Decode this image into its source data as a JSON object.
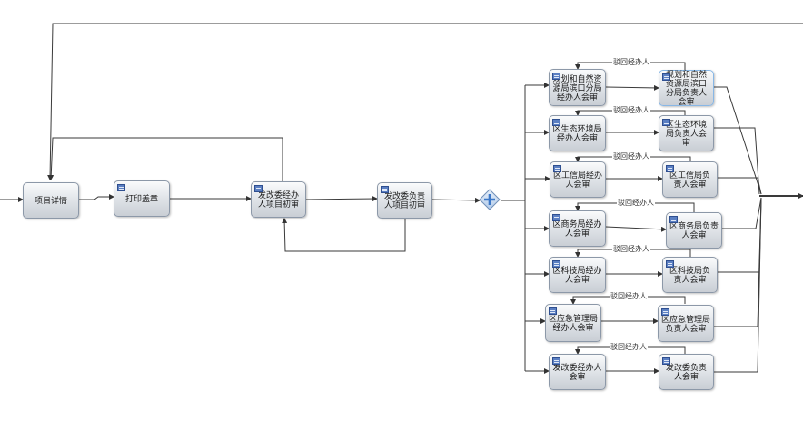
{
  "nodes": {
    "n1": {
      "label": "项目详情",
      "icon": false
    },
    "n2": {
      "label": "打印盖章",
      "icon": true
    },
    "n3": {
      "label": "发改委经办人项目初审",
      "icon": true
    },
    "n4": {
      "label": "发改委负责人项目初审",
      "icon": true
    },
    "r1a": {
      "label": "规划和自然资源局滨口分局经办人会审",
      "icon": true
    },
    "r1b": {
      "label": "规划和自然资源局滨口分局负责人会审",
      "icon": true
    },
    "r2a": {
      "label": "区生态环境局经办人会审",
      "icon": true
    },
    "r2b": {
      "label": "区生态环境局负责人会审",
      "icon": true
    },
    "r3a": {
      "label": "区工信局经办人会审",
      "icon": true
    },
    "r3b": {
      "label": "区工信局负责人会审",
      "icon": true
    },
    "r4a": {
      "label": "区商务局经办人会审",
      "icon": true
    },
    "r4b": {
      "label": "区商务局负责人会审",
      "icon": true
    },
    "r5a": {
      "label": "区科技局经办人会审",
      "icon": true
    },
    "r5b": {
      "label": "区科技局负责人会审",
      "icon": true
    },
    "r6a": {
      "label": "区应急管理局经办人会审",
      "icon": true
    },
    "r6b": {
      "label": "区应急管理局负责人会审",
      "icon": true
    },
    "r7a": {
      "label": "发改委经办人会审",
      "icon": true
    },
    "r7b": {
      "label": "发改委负责人会审",
      "icon": true
    }
  },
  "return_labels": [
    "驳回经办人",
    "驳回经办人",
    "驳回经办人",
    "驳回经办人",
    "驳回经办人",
    "驳回经办人",
    "驳回经办人"
  ],
  "gateway": {
    "type": "parallel",
    "symbol": "+"
  },
  "colors": {
    "node_border": "#8c98a8",
    "selected_border": "#88b7e6",
    "gateway_fill": "#c9dcf3",
    "gateway_plus": "#3c78c8",
    "line": "#3a3a3a"
  }
}
